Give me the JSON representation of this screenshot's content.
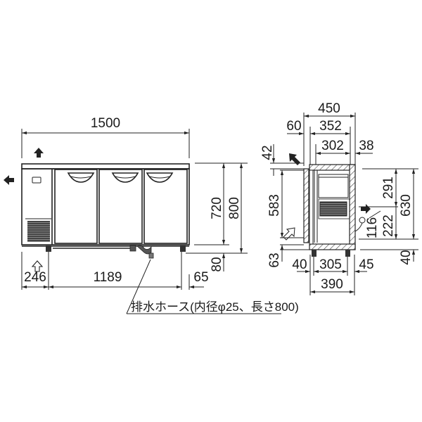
{
  "front_view": {
    "overall_width": "1500",
    "height_body": "720",
    "height_overall": "800",
    "leg_height": "80",
    "left_offset": "246",
    "leg_span": "1189",
    "right_offset": "65",
    "drain_note": "排水ホース(内径φ25、長さ800)"
  },
  "side_view": {
    "overall_depth": "450",
    "door_offset": "60",
    "depth_352": "352",
    "inner_depth": "302",
    "rear_offset": "38",
    "top_offset": "42",
    "door_height": "583",
    "bottom_offset": "63",
    "upper_section": "291",
    "total_height": "630",
    "lower_section": "222",
    "cord_height": "116",
    "leg_height": "40",
    "front_foot": "40",
    "foot_span": "305",
    "rear_foot": "45",
    "base_depth": "390"
  },
  "icons": {
    "airflow_up": "arrow-up-filled",
    "airflow_left": "arrow-left-filled",
    "air_intake": "arrow-up-outline",
    "airflow_right": "arrow-right-filled",
    "airflow_diag": "arrow-diagonal-filled",
    "air_intake_diag": "arrow-diagonal-outline"
  }
}
